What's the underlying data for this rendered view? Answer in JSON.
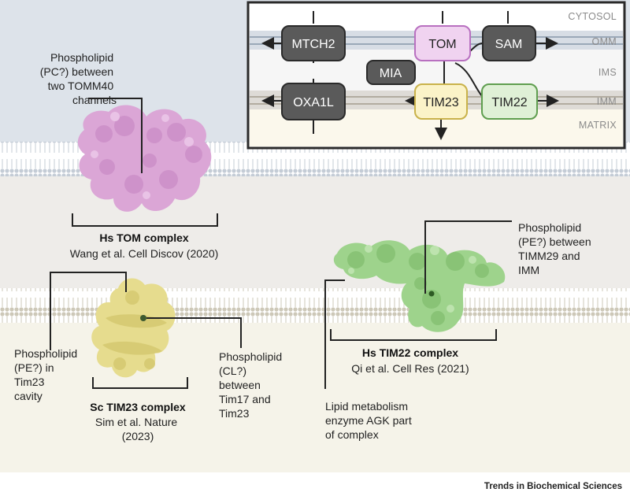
{
  "inset": {
    "compartments": [
      "CYTOSOL",
      "OMM",
      "IMS",
      "IMM",
      "MATRIX"
    ],
    "complexes": {
      "tom": "TOM",
      "sam": "SAM",
      "mtch2": "MTCH2",
      "mia": "MIA",
      "oxa1l": "OXA1L",
      "tim23": "TIM23",
      "tim22": "TIM22"
    },
    "colors": {
      "tom_fill": "#f0d3f0",
      "tom_stroke": "#b870c0",
      "tim23_fill": "#fbf3c8",
      "tim23_stroke": "#c9b24a",
      "tim22_fill": "#dff0d6",
      "tim22_stroke": "#5f9e4f",
      "dark_fill": "#5a5a5a"
    }
  },
  "structures": {
    "tom": {
      "title": "Hs TOM complex",
      "citation": "Wang et al. Cell Discov (2020)",
      "note": [
        "Phospholipid",
        "(PC?) between",
        "two TOMM40",
        "channels"
      ],
      "color": "#dba6d6"
    },
    "tim23": {
      "title": "Sc TIM23 complex",
      "citation": [
        "Sim et al. Nature",
        "(2023)"
      ],
      "note_left": [
        "Phospholipid",
        "(PE?) in",
        "Tim23",
        "cavity"
      ],
      "note_right": [
        "Phospholipid",
        "(CL?)",
        "between",
        "Tim17 and",
        "Tim23"
      ],
      "color": "#e6dc8e"
    },
    "tim22": {
      "title": "Hs TIM22 complex",
      "citation": "Qi et al. Cell Res (2021)",
      "note_top": [
        "Phospholipid",
        "(PE?) between",
        "TIMM29 and",
        "IMM"
      ],
      "note_bottom": [
        "Lipid metabolism",
        "enzyme AGK part",
        "of complex"
      ],
      "color": "#9ed38c"
    }
  },
  "footer": "Trends in Biochemical Sciences"
}
